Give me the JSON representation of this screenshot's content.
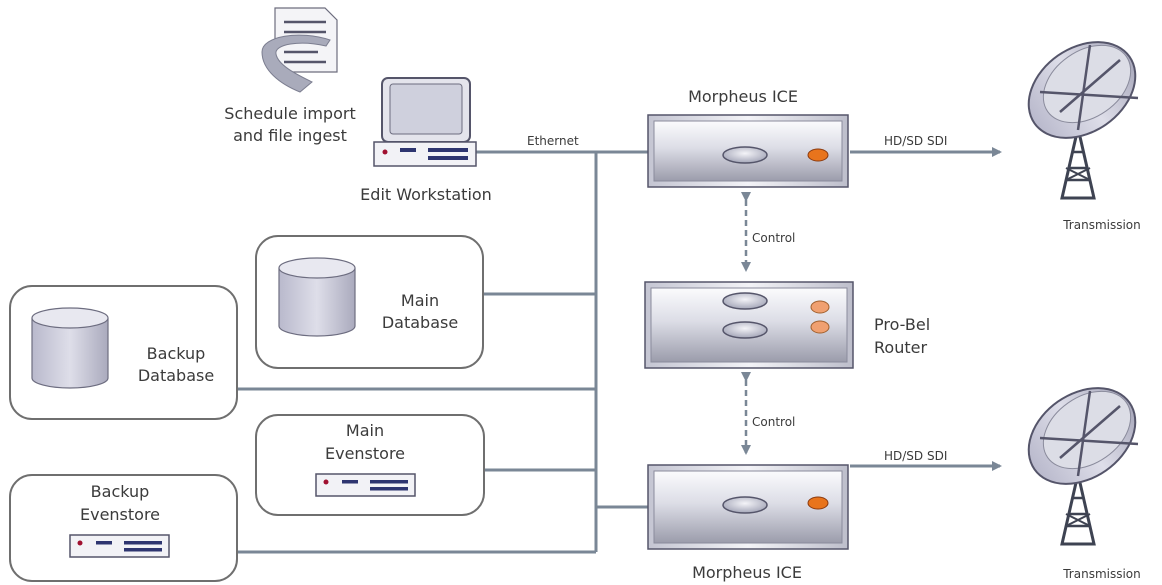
{
  "schedule": {
    "line1": "Schedule import",
    "line2": "and file ingest"
  },
  "edit_workstation": {
    "label": "Edit Workstation"
  },
  "ethernet": {
    "label": "Ethernet"
  },
  "main_database": {
    "line1": "Main",
    "line2": "Database"
  },
  "backup_database": {
    "line1": "Backup",
    "line2": "Database"
  },
  "main_evenstore": {
    "line1": "Main",
    "line2": "Evenstore"
  },
  "backup_evenstore": {
    "line1": "Backup",
    "line2": "Evenstore"
  },
  "morpheus_top": {
    "label": "Morpheus ICE"
  },
  "morpheus_bottom": {
    "label": "Morpheus ICE"
  },
  "router": {
    "line1": "Pro-Bel",
    "line2": "Router"
  },
  "control_top": {
    "label": "Control"
  },
  "control_bottom": {
    "label": "Control"
  },
  "output_top": {
    "label": "HD/SD SDI"
  },
  "output_bottom": {
    "label": "HD/SD SDI"
  },
  "transmission_top": {
    "label": "Transmission"
  },
  "transmission_bottom": {
    "label": "Transmission"
  },
  "colors": {
    "line": "#7a8796",
    "box_stroke": "#6f6f6f",
    "led_orange": "#e8741c",
    "led_peach": "#f0a070"
  }
}
